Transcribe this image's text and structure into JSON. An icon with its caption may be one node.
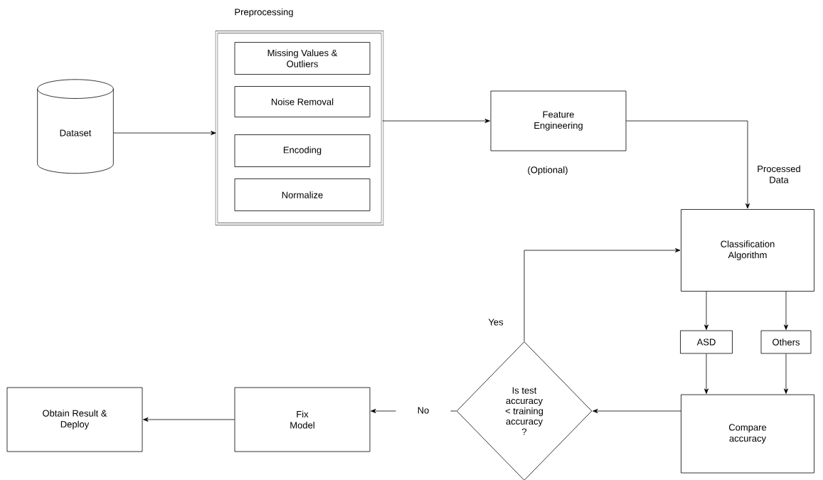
{
  "diagram": {
    "nodes": [
      {
        "text": [
          "Dataset"
        ]
      },
      {
        "text": [
          "Preprocessing"
        ]
      },
      {
        "text": [
          "Missing Values & Outliers"
        ],
        "in": 1
      },
      {
        "text": [
          "Noise Removal"
        ],
        "in": 1
      },
      {
        "text": [
          "Encoding"
        ],
        "in": 1
      },
      {
        "text": [
          "Normalize"
        ],
        "in": 1
      },
      {
        "text": [
          "Feature Engineering"
        ],
        "beside": [
          "(Optional)"
        ]
      },
      {
        "text": [
          "Classification Algorithm"
        ]
      },
      {
        "text": [
          "ASD"
        ]
      },
      {
        "text": [
          "Others"
        ]
      },
      {
        "text": [
          "Compare accuracy"
        ]
      },
      {
        "text": [
          "Is test accuracy < training accuracy ?"
        ]
      },
      {
        "text": [
          "Fix Model"
        ]
      },
      {
        "text": [
          "Obtain Result & Deploy"
        ]
      }
    ],
    "edges": [
      {
        "from": 0,
        "to": 1,
        "arrow": "to"
      },
      {
        "from": 1,
        "to": 6,
        "arrow": "to"
      },
      {
        "from": 6,
        "to": 7,
        "arrow": "to",
        "label": "Processed Data"
      },
      {
        "from": 7,
        "to": 8,
        "arrow": "to"
      },
      {
        "from": 7,
        "to": 9,
        "arrow": "to"
      },
      {
        "from": 8,
        "to": 10,
        "arrow": "to"
      },
      {
        "from": 9,
        "to": 10,
        "arrow": "to"
      },
      {
        "from": 10,
        "to": 11,
        "arrow": "to"
      },
      {
        "from": 11,
        "to": 7,
        "arrow": "to",
        "label": "Yes"
      },
      {
        "from": 11,
        "to": 12,
        "arrow": "to",
        "label": "No"
      },
      {
        "from": 12,
        "to": 13,
        "arrow": "to"
      }
    ]
  }
}
